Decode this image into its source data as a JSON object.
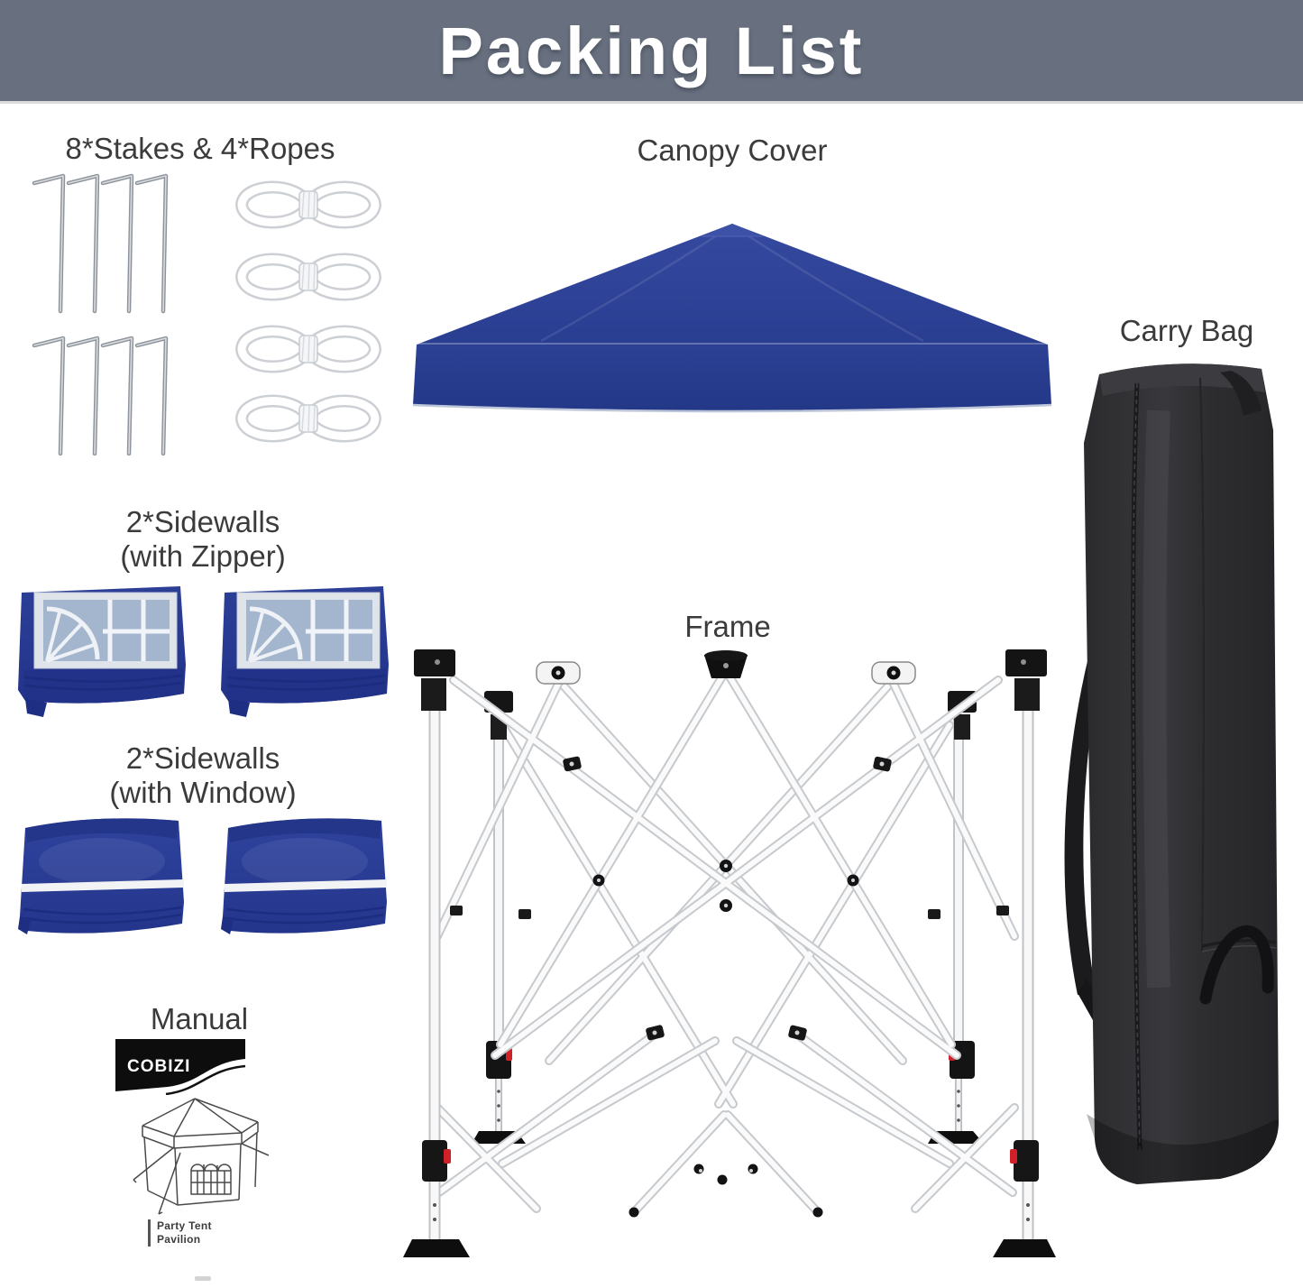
{
  "header": {
    "title": "Packing List",
    "bg_color": "#687080",
    "text_color": "#ffffff"
  },
  "sections": {
    "stakes_ropes": {
      "label": "8*Stakes & 4*Ropes",
      "stakes_count": 8,
      "ropes_count": 4
    },
    "canopy": {
      "label": "Canopy Cover",
      "color": "#2c4197"
    },
    "carry_bag": {
      "label": "Carry Bag",
      "color": "#2e2e31"
    },
    "sidewalls_zipper": {
      "line1": "2*Sidewalls",
      "line2": "(with Zipper)",
      "count": 2,
      "wall_color": "#2a3e96",
      "window_pane_color": "#a3b6ce"
    },
    "sidewalls_window": {
      "line1": "2*Sidewalls",
      "line2": "(with Window)",
      "count": 2,
      "wall_color": "#2a3e96",
      "stripe_color": "#f2f3f5"
    },
    "frame": {
      "label": "Frame",
      "tube_color": "#fafafa",
      "bracket_color": "#141414",
      "button_color": "#cf2127"
    },
    "manual": {
      "label": "Manual",
      "brand": "COBIZI",
      "caption1": "Party Tent",
      "caption2": "Pavilion"
    }
  }
}
